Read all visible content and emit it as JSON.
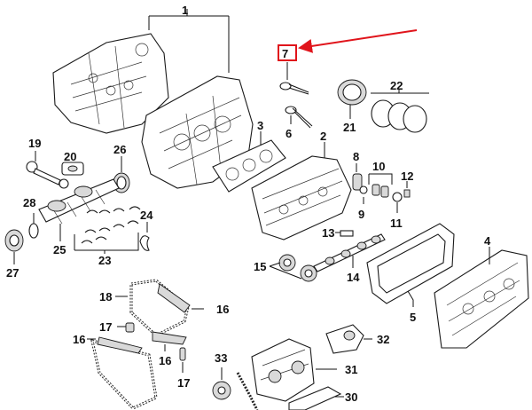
{
  "diagram": {
    "highlight_color": "#e0141b",
    "highlighted_part": "7",
    "labels": {
      "p1": "1",
      "p2": "2",
      "p3": "3",
      "p4": "4",
      "p5": "5",
      "p6": "6",
      "p7": "7",
      "p8": "8",
      "p9": "9",
      "p10": "10",
      "p11": "11",
      "p12": "12",
      "p13": "13",
      "p14": "14",
      "p15": "15",
      "p16a": "16",
      "p16b": "16",
      "p16c": "16",
      "p17a": "17",
      "p17b": "17",
      "p18": "18",
      "p19": "19",
      "p20": "20",
      "p21": "21",
      "p22": "22",
      "p23": "23",
      "p24": "24",
      "p25": "25",
      "p26": "26",
      "p27": "27",
      "p28": "28",
      "p30": "30",
      "p31": "31",
      "p32": "32",
      "p33": "33"
    }
  }
}
